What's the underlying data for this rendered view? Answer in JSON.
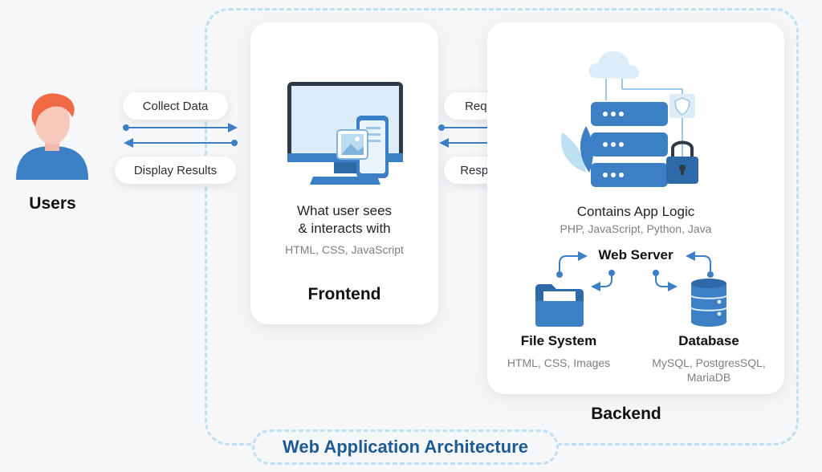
{
  "users": {
    "label": "Users"
  },
  "user_links": {
    "collect_label": "Collect Data",
    "display_label": "Display Results"
  },
  "frontend": {
    "description_line1": "What user sees",
    "description_line2": "& interacts  with",
    "technologies": "HTML, CSS, JavaScript",
    "title": "Frontend"
  },
  "server_links": {
    "request_label": "Request",
    "response_label": "Response"
  },
  "backend": {
    "description": "Contains App Logic",
    "languages": "PHP, JavaScript, Python, Java",
    "web_server_label": "Web Server",
    "file_system": {
      "title": "File System",
      "details": "HTML, CSS, Images"
    },
    "database": {
      "title": "Database",
      "details_line1": "MySQL, PostgresSQL,",
      "details_line2": "MariaDB"
    },
    "title": "Backend"
  },
  "diagram_title": "Web Application Architecture",
  "colors": {
    "primary_blue": "#3d7fc4",
    "light_blue": "#bfe0f3",
    "title_blue": "#1e5a93",
    "user_hair": "#f06a45",
    "user_skin": "#f8c9bd"
  },
  "icons": {
    "user": "user-icon",
    "monitor": "monitor-phone-icon",
    "server": "server-stack-icon",
    "folder": "folder-icon",
    "database": "database-icon"
  }
}
